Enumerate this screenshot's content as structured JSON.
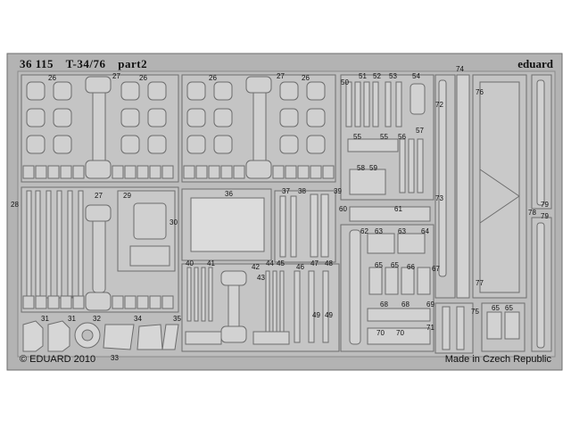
{
  "sheet": {
    "catalog_number": "36 115",
    "subject": "T-34/76",
    "part": "part2",
    "brand": "eduard",
    "copyright": "© EDUARD 2010",
    "made_in": "Made in Czech Republic"
  },
  "part_numbers": {
    "n26": "26",
    "n27": "27",
    "n28": "28",
    "n29": "29",
    "n30": "30",
    "n31": "31",
    "n32": "32",
    "n33": "33",
    "n34": "34",
    "n35": "35",
    "n36": "36",
    "n37": "37",
    "n38": "38",
    "n39": "39",
    "n40": "40",
    "n41": "41",
    "n42": "42",
    "n43": "43",
    "n44": "44",
    "n45": "45",
    "n46": "46",
    "n47": "47",
    "n48": "48",
    "n49": "49",
    "n50": "50",
    "n51": "51",
    "n52": "52",
    "n53": "53",
    "n54": "54",
    "n55": "55",
    "n56": "56",
    "n57": "57",
    "n58": "58",
    "n59": "59",
    "n60": "60",
    "n61": "61",
    "n62": "62",
    "n63": "63",
    "n64": "64",
    "n65": "65",
    "n66": "66",
    "n67": "67",
    "n68": "68",
    "n69": "69",
    "n70": "70",
    "n71": "71",
    "n72": "72",
    "n73": "73",
    "n74": "74",
    "n75": "75",
    "n76": "76",
    "n77": "77",
    "n78": "78",
    "n79": "79"
  },
  "colors": {
    "metal": "#b8b8b8",
    "part": "#d4d4d4",
    "etch_line": "#7a7a7a",
    "background": "#ffffff"
  }
}
